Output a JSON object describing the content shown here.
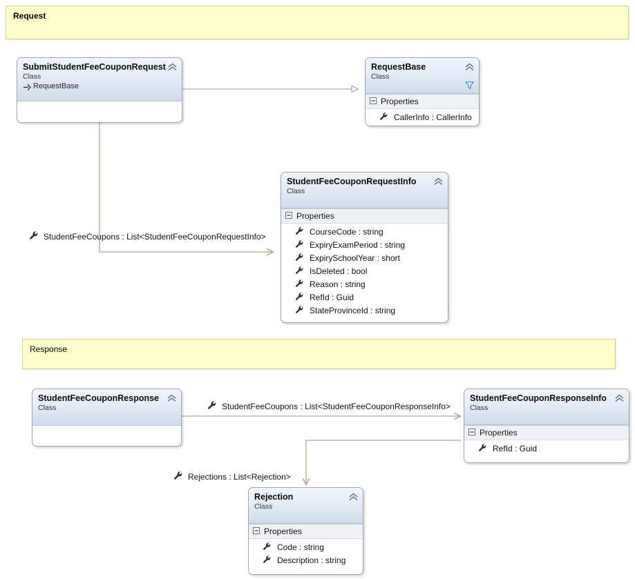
{
  "diagram": {
    "comments": [
      {
        "id": "request-comment",
        "text": "Request",
        "bold": true
      },
      {
        "id": "response-comment",
        "text": "Response",
        "bold": false
      }
    ],
    "classes": [
      {
        "id": "submit-student-fee-coupon-request",
        "name": "SubmitStudentFeeCouponRequest",
        "stereotype": "Class",
        "base": "RequestBase",
        "has_funnel": false,
        "compartment": null,
        "members": []
      },
      {
        "id": "request-base",
        "name": "RequestBase",
        "stereotype": "Class",
        "base": null,
        "has_funnel": true,
        "compartment": "Properties",
        "members": [
          "CallerInfo : CallerInfo"
        ]
      },
      {
        "id": "student-fee-coupon-request-info",
        "name": "StudentFeeCouponRequestInfo",
        "stereotype": "Class",
        "base": null,
        "has_funnel": false,
        "compartment": "Properties",
        "members": [
          "CourseCode : string",
          "ExpiryExamPeriod : string",
          "ExpirySchoolYear : short",
          "IsDeleted : bool",
          "Reason : string",
          "RefId : Guid",
          "StateProvinceId : string"
        ]
      },
      {
        "id": "student-fee-coupon-response",
        "name": "StudentFeeCouponResponse",
        "stereotype": "Class",
        "base": null,
        "has_funnel": false,
        "compartment": null,
        "members": []
      },
      {
        "id": "student-fee-coupon-response-info",
        "name": "StudentFeeCouponResponseInfo",
        "stereotype": "Class",
        "base": null,
        "has_funnel": false,
        "compartment": "Properties",
        "members": [
          "RefId : Guid"
        ]
      },
      {
        "id": "rejection",
        "name": "Rejection",
        "stereotype": "Class",
        "base": null,
        "has_funnel": false,
        "compartment": "Properties",
        "members": [
          "Code : string",
          "Description : string"
        ]
      }
    ],
    "associations": [
      {
        "id": "assoc-request-coupons",
        "label": "StudentFeeCoupons : List<StudentFeeCouponRequestInfo>"
      },
      {
        "id": "assoc-response-coupons",
        "label": "StudentFeeCoupons : List<StudentFeeCouponResponseInfo>"
      },
      {
        "id": "assoc-rejections",
        "label": "Rejections : List<Rejection>"
      }
    ],
    "colors": {
      "comment_fill": "#ffffcc",
      "comment_border": "#d4cf8a",
      "class_border": "#9aa4ad",
      "header_gradient_top": "#f2f6fb",
      "header_gradient_bottom": "#cfdcec",
      "association_line": "#c0a28c",
      "inheritance_line": "#9a9a9a",
      "compartment_fill": "#eef1f5"
    },
    "icons": {
      "property": "wrench-icon",
      "collapse": "chevron-up-double-icon",
      "filter": "funnel-icon",
      "expander": "minus-box-icon",
      "inheritance": "arrow-right-icon"
    }
  }
}
